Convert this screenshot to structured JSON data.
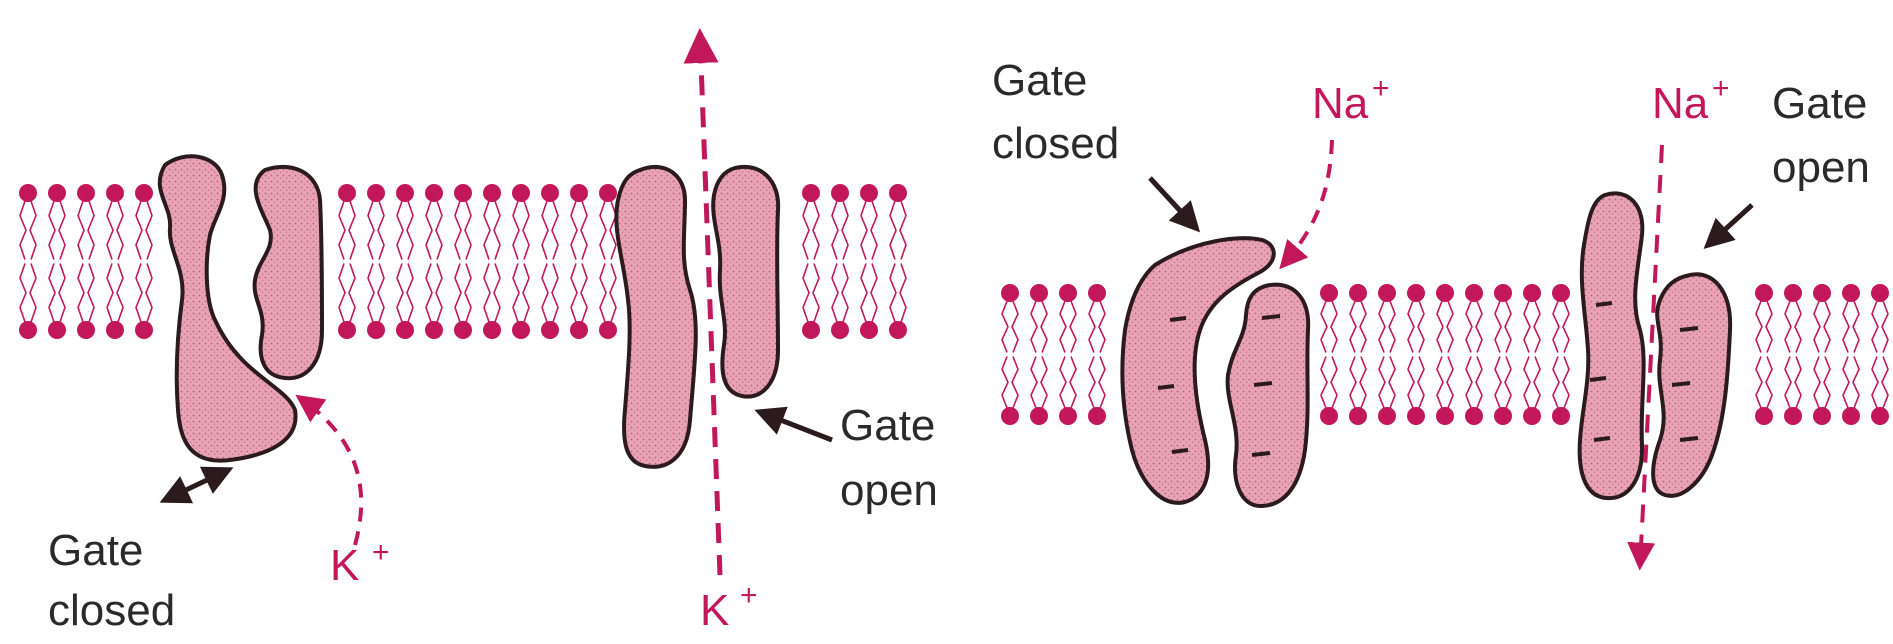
{
  "colors": {
    "membrane": "#c2185b",
    "protein_fill": "#e8a3b4",
    "protein_outline": "#2b1a1e",
    "label_text": "#2a2a2a",
    "ion_text": "#c2185b"
  },
  "k_channel_panel": {
    "closed_gate_label": [
      "Gate",
      "closed"
    ],
    "open_gate_label": [
      "Gate",
      "open"
    ],
    "ion_closed": {
      "symbol": "K",
      "charge": "+"
    },
    "ion_open": {
      "symbol": "K",
      "charge": "+"
    }
  },
  "na_channel_panel": {
    "closed_gate_label": [
      "Gate",
      "closed"
    ],
    "open_gate_label": [
      "Gate",
      "open"
    ],
    "ion_closed": {
      "symbol": "Na",
      "charge": "+"
    },
    "ion_open": {
      "symbol": "Na",
      "charge": "+"
    }
  }
}
